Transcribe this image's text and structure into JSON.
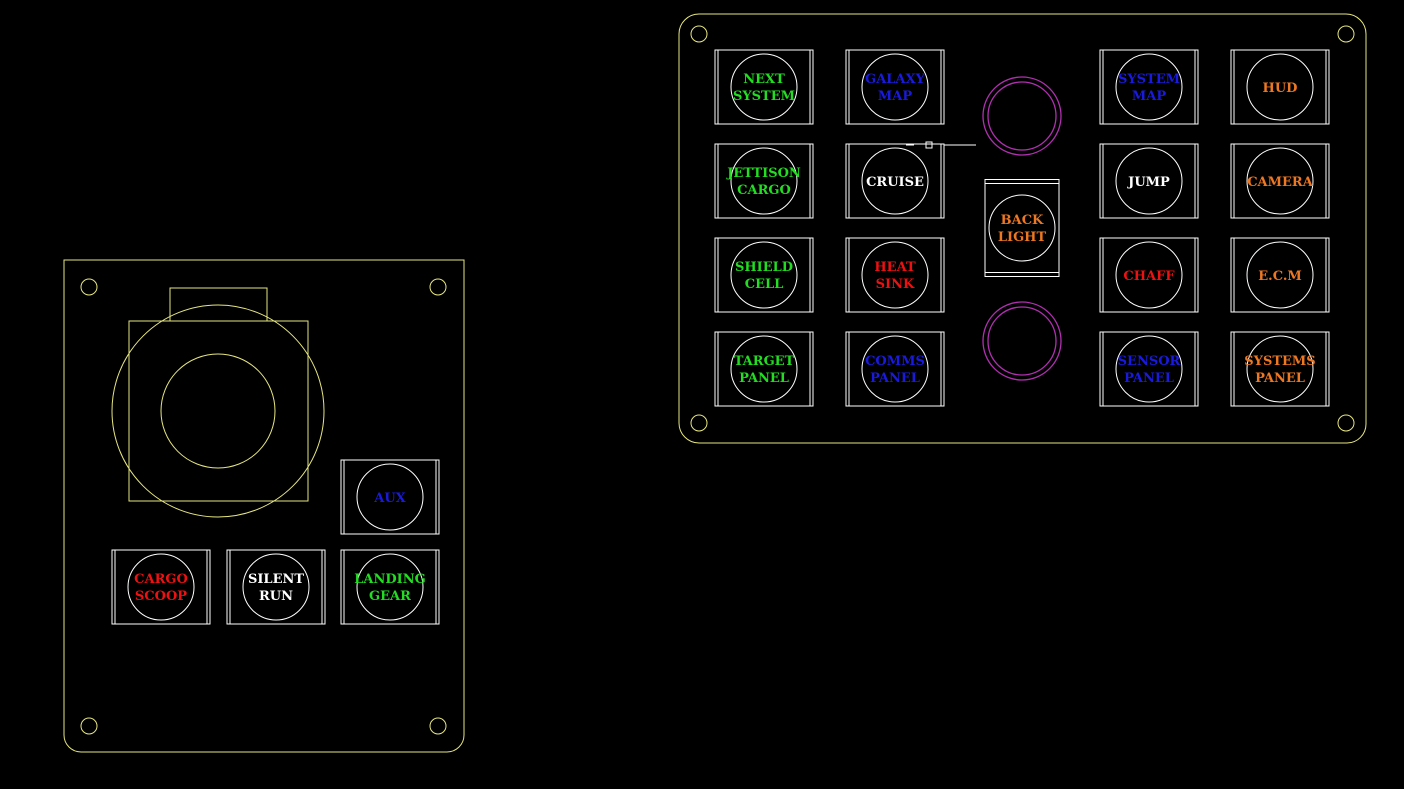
{
  "colors": {
    "background": "#000000",
    "panel_outline": "#e6e680",
    "button_outline": "#ffffff",
    "knob": "#b030b0",
    "green": "#22dd22",
    "blue": "#1a1adf",
    "orange": "#ee7722",
    "red": "#ee1111",
    "white": "#ffffff"
  },
  "right_panel": {
    "buttons": [
      {
        "line1": "NEXT",
        "line2": "SYSTEM",
        "color": "green"
      },
      {
        "line1": "GALAXY",
        "line2": "MAP",
        "color": "blue"
      },
      {
        "line1": "SYSTEM",
        "line2": "MAP",
        "color": "blue"
      },
      {
        "line1": "HUD",
        "line2": "",
        "color": "orange"
      },
      {
        "line1": "JETTISON",
        "line2": "CARGO",
        "color": "green"
      },
      {
        "line1": "CRUISE",
        "line2": "",
        "color": "white"
      },
      {
        "line1": "JUMP",
        "line2": "",
        "color": "white"
      },
      {
        "line1": "CAMERA",
        "line2": "",
        "color": "orange"
      },
      {
        "line1": "SHIELD",
        "line2": "CELL",
        "color": "green"
      },
      {
        "line1": "HEAT",
        "line2": "SINK",
        "color": "red"
      },
      {
        "line1": "CHAFF",
        "line2": "",
        "color": "red"
      },
      {
        "line1": "E.C.M",
        "line2": "",
        "color": "orange"
      },
      {
        "line1": "TARGET",
        "line2": "PANEL",
        "color": "green"
      },
      {
        "line1": "COMMS",
        "line2": "PANEL",
        "color": "blue"
      },
      {
        "line1": "SENSOR",
        "line2": "PANEL",
        "color": "blue"
      },
      {
        "line1": "SYSTEMS",
        "line2": "PANEL",
        "color": "orange"
      }
    ],
    "backlight": {
      "line1": "BACK",
      "line2": "LIGHT",
      "color": "orange"
    }
  },
  "left_panel": {
    "buttons": [
      {
        "line1": "AUX",
        "line2": "",
        "color": "blue"
      },
      {
        "line1": "CARGO",
        "line2": "SCOOP",
        "color": "red"
      },
      {
        "line1": "SILENT",
        "line2": "RUN",
        "color": "white"
      },
      {
        "line1": "LANDING",
        "line2": "GEAR",
        "color": "green"
      }
    ]
  }
}
